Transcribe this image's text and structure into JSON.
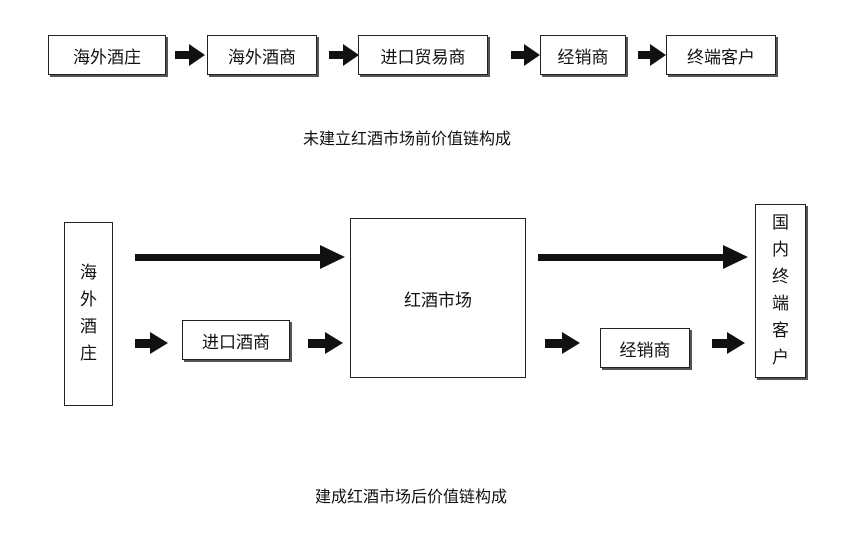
{
  "top_chain": {
    "nodes": [
      "海外酒庄",
      "海外酒商",
      "进口贸易商",
      "经销商",
      "终端客户"
    ],
    "caption": "未建立红酒市场前价值链构成"
  },
  "bottom_chain": {
    "winery": [
      "海",
      "外",
      "酒",
      "庄"
    ],
    "importer": "进口酒商",
    "market": "红酒市场",
    "distributor": "经销商",
    "customer": [
      "国",
      "内",
      "终",
      "端",
      "客",
      "户"
    ],
    "caption": "建成红酒市场后价值链构成"
  },
  "colors": {
    "stroke": "#111111",
    "arrow": "#111111"
  }
}
